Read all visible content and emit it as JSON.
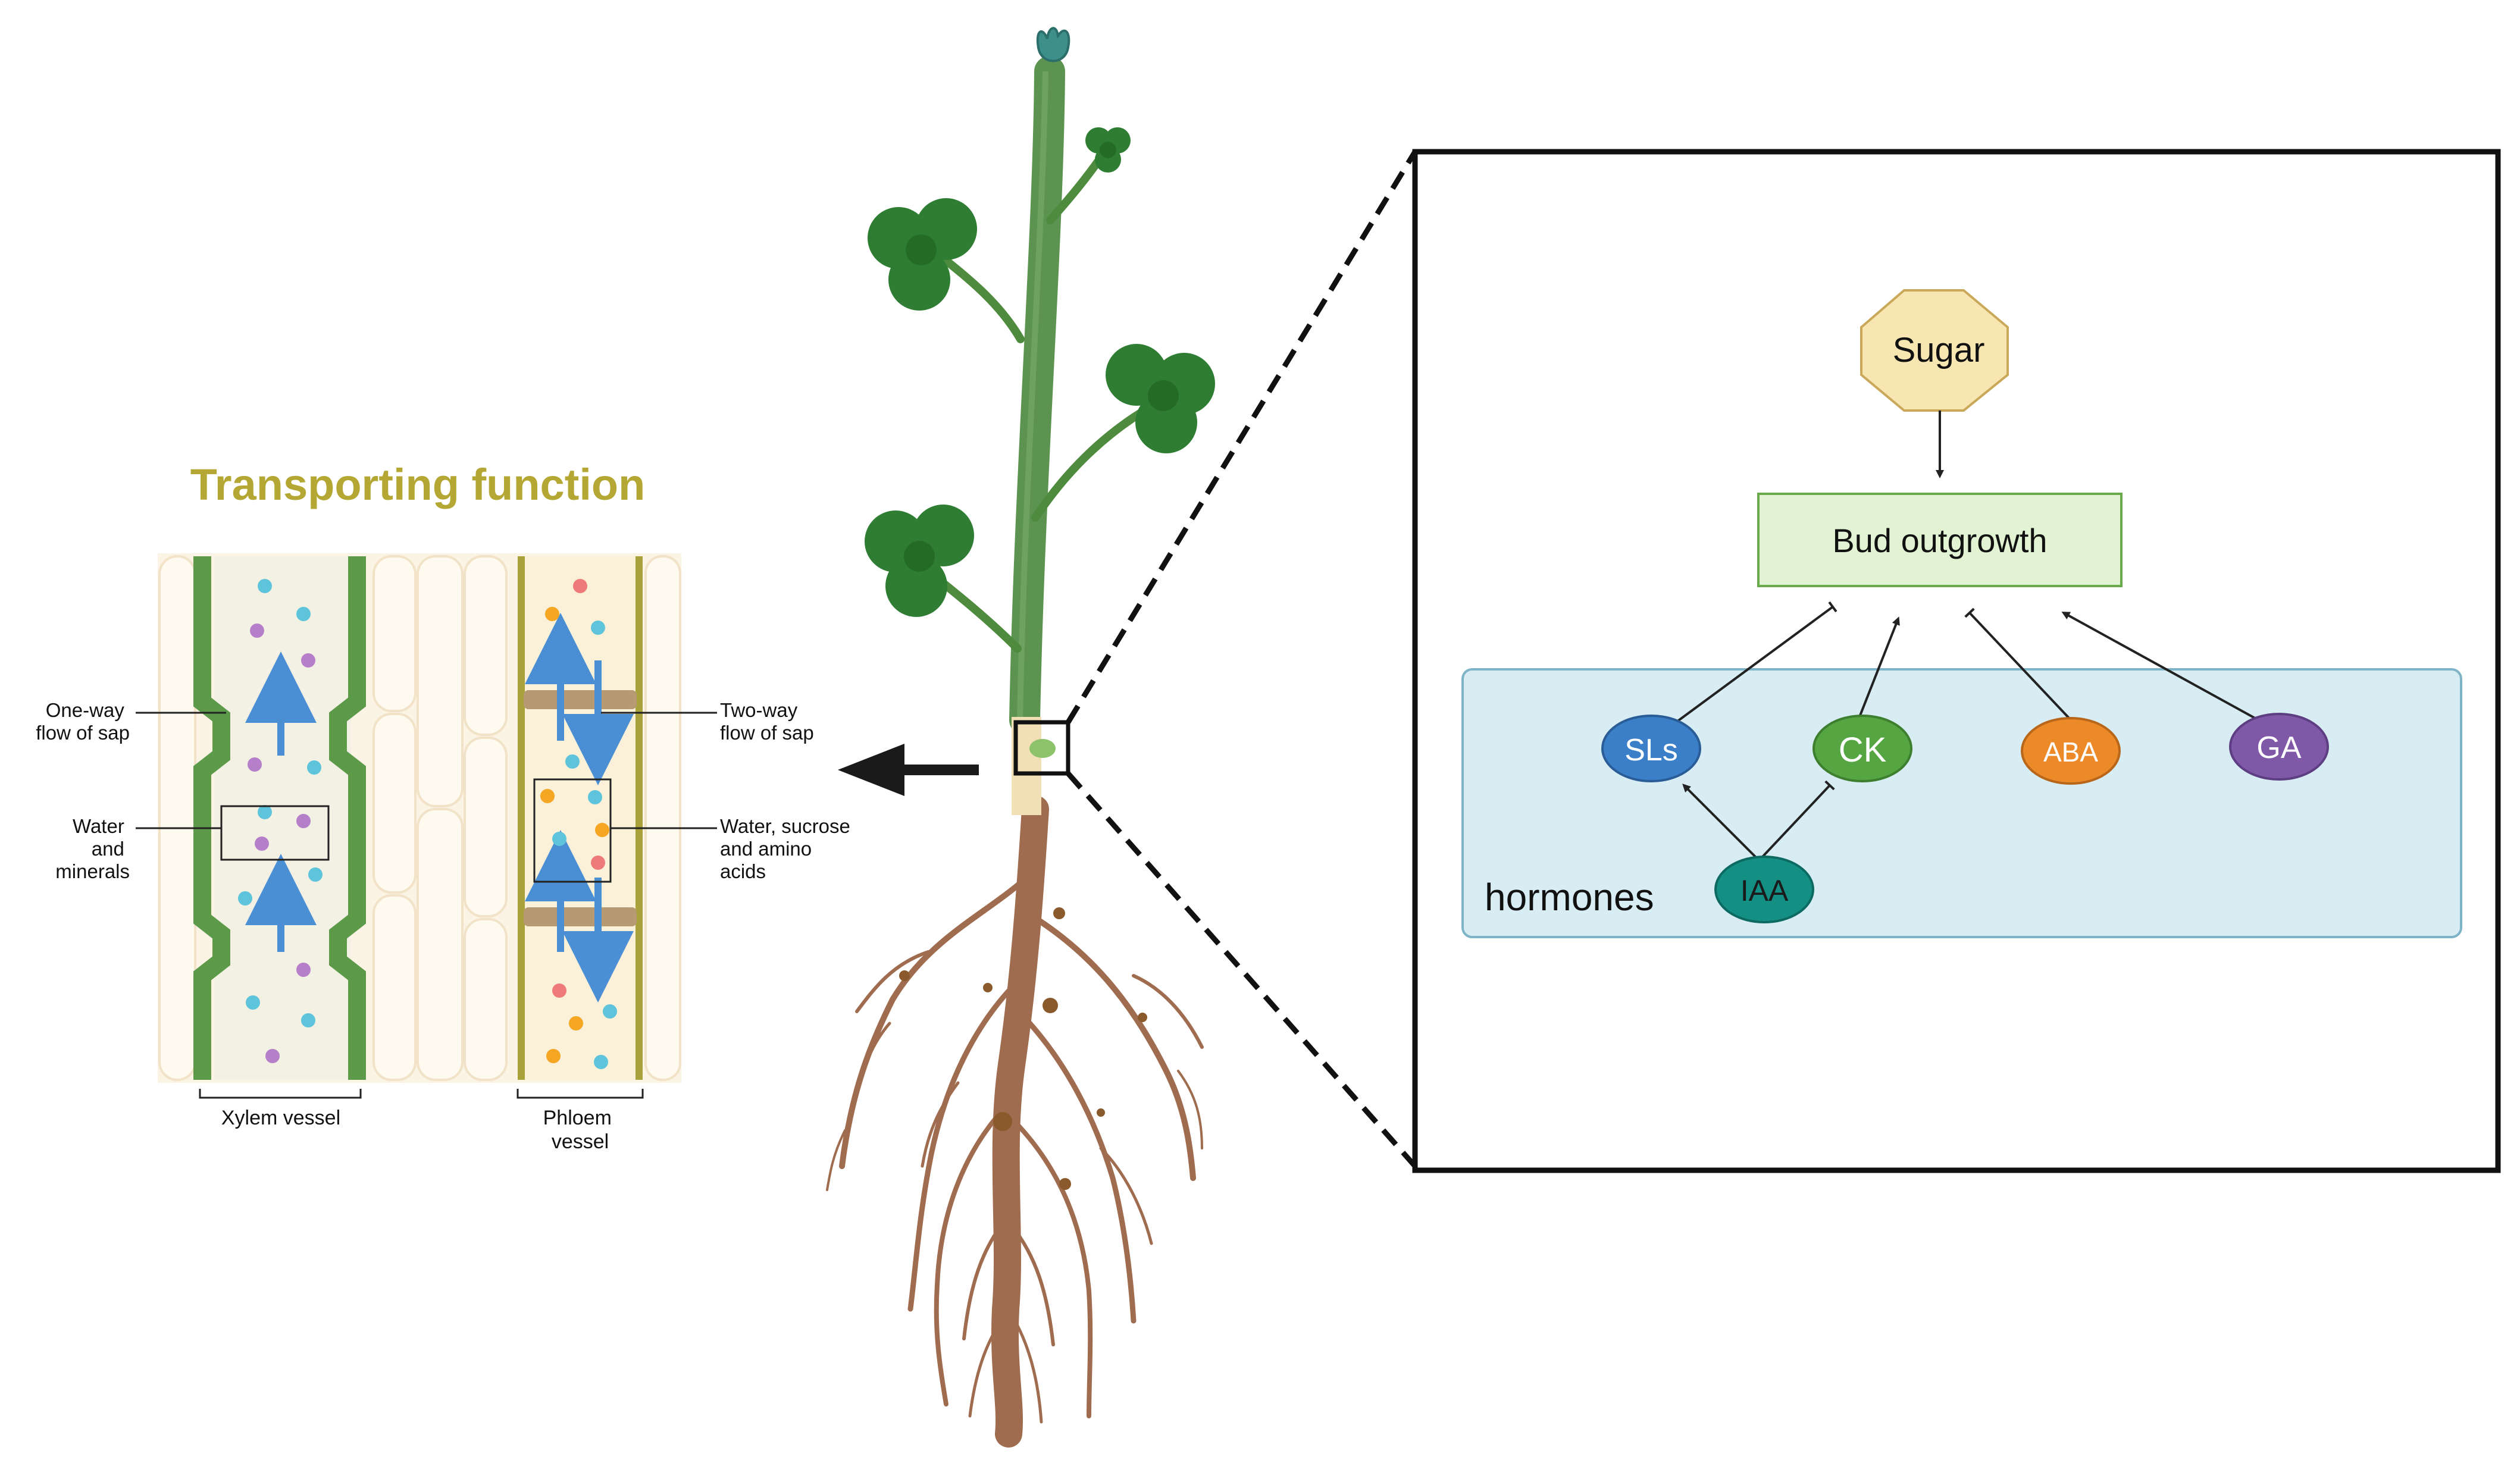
{
  "transport": {
    "title": "Transporting function",
    "one_way": [
      "One-way",
      "flow of sap"
    ],
    "two_way": [
      "Two-way",
      "flow of sap"
    ],
    "water_minerals": [
      "Water",
      "and",
      "minerals"
    ],
    "water_sucrose": [
      "Water, sucrose",
      "and amino",
      "acids"
    ],
    "xylem": [
      "Xylem vessel"
    ],
    "phloem": [
      "Phloem",
      "vessel"
    ]
  },
  "network": {
    "sugar": "Sugar",
    "bud": "Bud outgrowth",
    "hormones_label": "hormones",
    "nodes": {
      "sls": "SLs",
      "ck": "CK",
      "aba": "ABA",
      "ga": "GA",
      "iaa": "IAA"
    }
  },
  "colors": {
    "title": "#b5a733",
    "xylem_wall": "#5c9a4a",
    "phloem_wall": "#a9a23a",
    "sap_arrow": "#4a8fd4",
    "stem": "#5d9350",
    "root": "#a06c4f",
    "leaf": "#2e7d32",
    "sugar_fill": "#f7e6b2",
    "bud_fill": "#e1f3d3",
    "hormone_panel": "#d7ecf3",
    "sls": "#3b7fc8",
    "ck": "#55a642",
    "aba": "#ec8a2a",
    "ga": "#8058a8",
    "iaa": "#148f84"
  }
}
